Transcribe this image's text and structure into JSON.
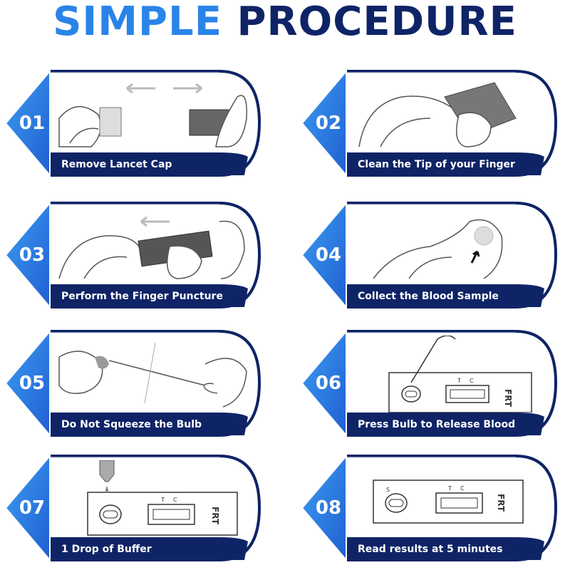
{
  "title": {
    "word1": "SIMPLE",
    "word2": "PROCEDURE"
  },
  "colors": {
    "dark_blue": "#0f2466",
    "light_blue": "#2a84e8",
    "accent": "#1f5fd1"
  },
  "steps": [
    {
      "number": "01",
      "caption": "Remove Lancet Cap",
      "icon": "lancet-cap-removal-icon"
    },
    {
      "number": "02",
      "caption": "Clean the Tip of your Finger",
      "icon": "alcohol-pad-finger-icon"
    },
    {
      "number": "03",
      "caption": "Perform the Finger Puncture",
      "icon": "lancet-puncture-icon"
    },
    {
      "number": "04",
      "caption": "Collect the Blood Sample",
      "icon": "blood-drop-finger-icon"
    },
    {
      "number": "05",
      "caption": "Do Not Squeeze the Bulb",
      "icon": "pipette-bulb-icon"
    },
    {
      "number": "06",
      "caption": "Press Bulb to Release Blood",
      "icon": "pipette-cassette-icon"
    },
    {
      "number": "07",
      "caption": "1 Drop of Buffer",
      "icon": "buffer-drop-cassette-icon"
    },
    {
      "number": "08",
      "caption": "Read results at 5 minutes",
      "icon": "test-cassette-result-icon"
    }
  ],
  "cassette": {
    "label": "FRT",
    "sample": "S",
    "control": "C",
    "test": "T"
  }
}
